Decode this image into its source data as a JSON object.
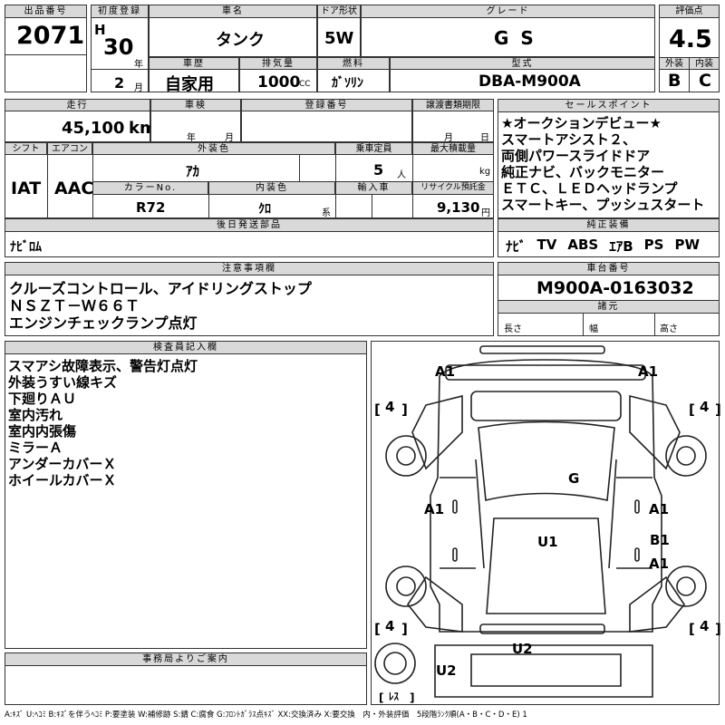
{
  "header": {
    "lot_label": "出品番号",
    "lot": "2071",
    "first_reg_label": "初度登録",
    "era": "H",
    "year": "30",
    "year_unit": "年",
    "month": "2",
    "month_unit": "月",
    "car_name_label": "車名",
    "car_name": "タンク",
    "door_label": "ドア形状",
    "door": "5W",
    "grade_label": "グレード",
    "grade": "G S",
    "score_label": "評価点",
    "score": "4.5",
    "history_label": "車歴",
    "history": "自家用",
    "displacement_label": "排気量",
    "displacement": "1000",
    "displacement_unit": "CC",
    "fuel_label": "燃料",
    "fuel": "ｶﾞｿﾘﾝ",
    "model_label": "型式",
    "model": "DBA-M900A",
    "ext_label": "外装",
    "ext": "B",
    "int_label": "内装",
    "int": "C"
  },
  "row2": {
    "mileage_label": "走行",
    "mileage": "45,100",
    "mileage_unit": "km",
    "inspection_label": "車検",
    "year_unit": "年",
    "month_unit": "月",
    "reg_no_label": "登録番号",
    "transfer_label": "譲渡書類期限",
    "day_unit": "日"
  },
  "specs": {
    "shift_label": "シフト",
    "shift": "IAT",
    "ac_label": "エアコン",
    "ac": "AAC",
    "color_label": "外装色",
    "color": "ｱｶ",
    "capacity_label": "乗車定員",
    "capacity": "5",
    "capacity_unit": "人",
    "load_label": "最大積載量",
    "load_unit": "kg",
    "color_no_label": "カラーNo.",
    "color_no": "R72",
    "int_color_label": "内装色",
    "int_color": "ｸﾛ",
    "int_color_unit": "系",
    "import_label": "輸入車",
    "recycle_label": "リサイクル預託金",
    "recycle": "9,130",
    "recycle_unit": "円",
    "later_label": "後日発送部品",
    "later": "ﾅﾋﾞﾛﾑ"
  },
  "sales_points": {
    "label": "セールスポイント",
    "lines": [
      "★オークションデビュー★",
      "スマートアシスト２、",
      "両側パワースライドドア",
      "純正ナビ、バックモニター",
      "ＥＴＣ、ＬＥＤヘッドランプ",
      "スマートキー、プッシュスタート"
    ]
  },
  "equipment": {
    "label": "純正装備",
    "items": [
      "ﾅﾋﾞ",
      "TV",
      "ABS",
      "ｴｱB",
      "PS",
      "PW"
    ]
  },
  "notes": {
    "label": "注意事項欄",
    "lines": [
      "クルーズコントロール、アイドリングストップ",
      "ＮＳＺＴ－Ｗ６６Ｔ",
      "エンジンチェックランプ点灯"
    ]
  },
  "chassis": {
    "label": "車台番号",
    "value": "M900A-0163032",
    "dims_label": "諸元",
    "length": "長さ",
    "width": "幅",
    "height": "高さ"
  },
  "inspector": {
    "label": "検査員記入欄",
    "lines": [
      "スマアシ故障表示、警告灯点灯",
      "外装うすい線キズ",
      "下廻りＡＵ",
      "室内汚れ",
      "室内内張傷",
      "ミラーＡ",
      "アンダーカバーＸ",
      "ホイールカバーＸ"
    ]
  },
  "office": {
    "label": "事務局よりご案内"
  },
  "diagram": {
    "marks": [
      "A1",
      "A1",
      "G",
      "A1",
      "A1",
      "U1",
      "B1",
      "A1",
      "U2",
      "U2"
    ],
    "tires": [
      "4",
      "4",
      "4",
      "4"
    ],
    "spare": "ﾚｽ"
  },
  "legend": "A:ｷｽﾞ U:ﾍｺﾐ B:ｷｽﾞを伴うﾍｺﾐ P:要塗装 W:補修跡 S:錆 C:腐食 G:ﾌﾛﾝﾄｶﾞﾗｽ点ｷｽﾞ XX:交換済み X:要交換　内・外装評価　5段階ﾗﾝｸ順(A・B・C・D・E) 1"
}
